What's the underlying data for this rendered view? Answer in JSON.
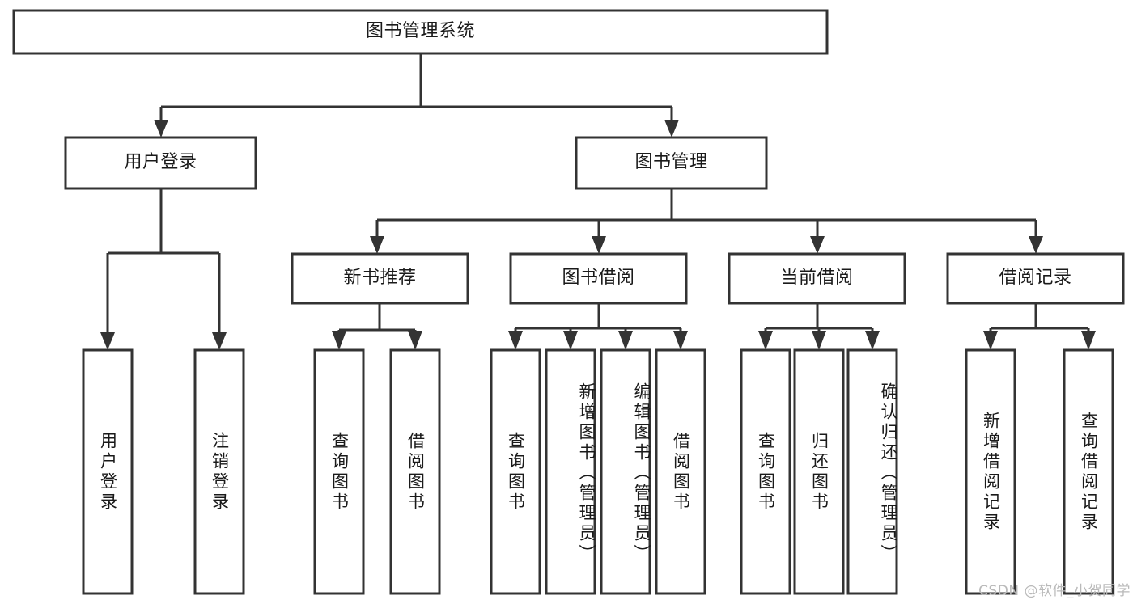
{
  "diagram": {
    "type": "tree-hierarchy-chart",
    "title_node": {
      "label": "图书管理系统"
    },
    "level2": [
      {
        "id": "user-login",
        "label": "用户登录"
      },
      {
        "id": "book-management",
        "label": "图书管理"
      }
    ],
    "level3": [
      {
        "id": "new-book-recommend",
        "label": "新书推荐"
      },
      {
        "id": "book-borrow",
        "label": "图书借阅"
      },
      {
        "id": "current-borrow",
        "label": "当前借阅"
      },
      {
        "id": "borrow-record",
        "label": "借阅记录"
      }
    ],
    "leaves": {
      "user-login": [
        {
          "id": "leaf-user-login",
          "label": "用户登录"
        },
        {
          "id": "leaf-logout-login",
          "label": "注销登录"
        }
      ],
      "new-book-recommend": [
        {
          "id": "leaf-query-book-1",
          "label": "查询图书"
        },
        {
          "id": "leaf-borrow-book-1",
          "label": "借阅图书"
        }
      ],
      "book-borrow": [
        {
          "id": "leaf-query-book-2",
          "label": "查询图书"
        },
        {
          "id": "leaf-add-book",
          "label": "新增图书（管理员）"
        },
        {
          "id": "leaf-edit-book",
          "label": "编辑图书（管理员）"
        },
        {
          "id": "leaf-borrow-book-2",
          "label": "借阅图书"
        }
      ],
      "current-borrow": [
        {
          "id": "leaf-query-book-3",
          "label": "查询图书"
        },
        {
          "id": "leaf-return-book",
          "label": "归还图书"
        },
        {
          "id": "leaf-confirm-return",
          "label": "确认归还（管理员）"
        }
      ],
      "borrow-record": [
        {
          "id": "leaf-add-borrow-record",
          "label": "新增借阅记录"
        },
        {
          "id": "leaf-query-borrow-record",
          "label": "查询借阅记录"
        }
      ]
    },
    "colors": {
      "stroke": "#333333",
      "fill": "#ffffff",
      "text": "#1a1a1a",
      "watermark": "#b9b9b9"
    }
  },
  "watermark": {
    "text": "CSDN @软件_小贺同学"
  }
}
